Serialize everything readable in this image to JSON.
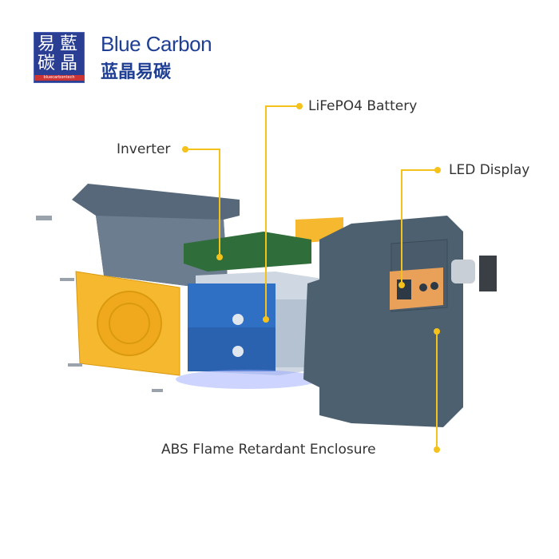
{
  "logo": {
    "chars": [
      "易",
      "藍",
      "碳",
      "晶"
    ],
    "strip": "bluecarbontech"
  },
  "brand": {
    "name_en": "Blue Carbon",
    "name_cn": "蓝晶易碳"
  },
  "callouts": {
    "battery": "LiFePO4 Battery",
    "inverter": "Inverter",
    "led": "LED Display",
    "enclosure": "ABS Flame Retardant Enclosure"
  },
  "colors": {
    "accent": "#f5c21b",
    "brand": "#1f3f94",
    "enclosure": "#4d6070",
    "battery": "#2f6fc4"
  }
}
